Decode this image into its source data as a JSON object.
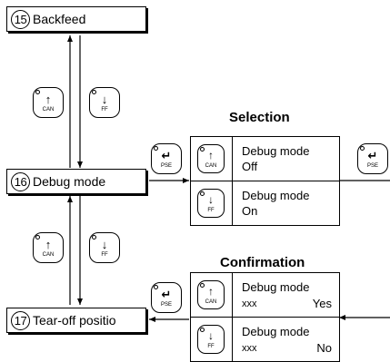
{
  "states": {
    "backfeed": {
      "num": "15",
      "label": "Backfeed"
    },
    "debug": {
      "num": "16",
      "label": "Debug mode"
    },
    "tearoff": {
      "num": "17",
      "label": "Tear-off positio"
    }
  },
  "keys": {
    "can": {
      "symbol": "↑",
      "caption": "CAN"
    },
    "ff": {
      "symbol": "↓",
      "caption": "FF"
    },
    "pse": {
      "symbol": "↵",
      "caption": "PSE"
    }
  },
  "selection": {
    "title": "Selection",
    "option1": {
      "line1": "Debug mode",
      "line2": "Off"
    },
    "option2": {
      "line1": "Debug mode",
      "line2": "On"
    }
  },
  "confirmation": {
    "title": "Confirmation",
    "option1": {
      "line1": "Debug mode",
      "line2a": "xxx",
      "line2b": "Yes"
    },
    "option2": {
      "line1": "Debug mode",
      "line2a": "xxx",
      "line2b": "No"
    }
  }
}
